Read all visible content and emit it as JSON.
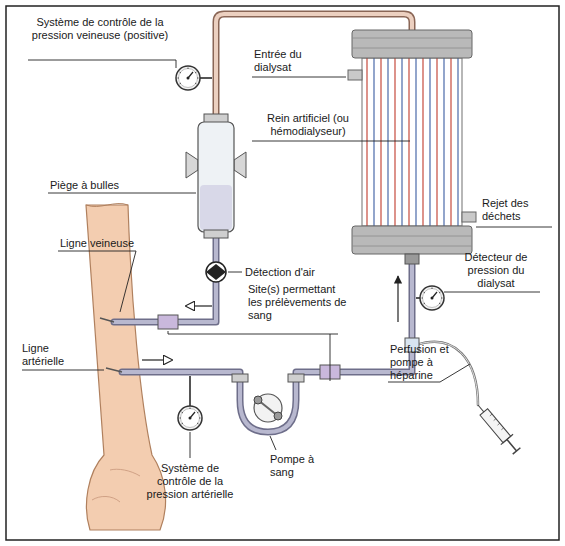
{
  "diagram": {
    "labels": [
      "Système de contrôle de la pression veineuse (positive)",
      "Entrée du dialysat",
      "Rein artificiel (ou hémodialyseur)",
      "Piège à bulles",
      "Rejet des déchets",
      "Ligne veineuse",
      "Détection d'air",
      "Détecteur de pression du dialysat",
      "Site(s) permettant les prélèvements de sang",
      "Ligne artérielle",
      "Pompe à sang",
      "Système de contrôle de la pression artérielle",
      "Perfusion et pompe à héparine"
    ]
  }
}
